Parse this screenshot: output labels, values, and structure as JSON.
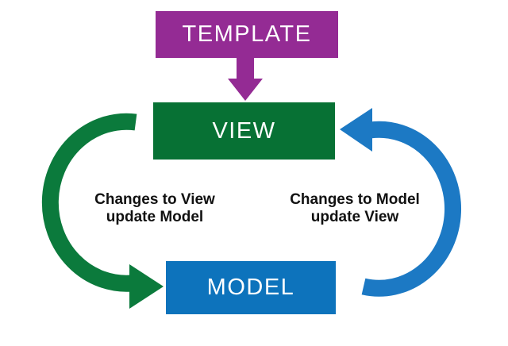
{
  "canvas": {
    "background": "#ffffff"
  },
  "boxes": {
    "template": {
      "label": "TEMPLATE",
      "fill": "#942B94",
      "text_color": "#ffffff"
    },
    "view": {
      "label": "VIEW",
      "fill": "#077134",
      "text_color": "#ffffff"
    },
    "model": {
      "label": "MODEL",
      "fill": "#0D73BC",
      "text_color": "#ffffff"
    }
  },
  "arrows": {
    "template_to_view": {
      "color": "#942B94",
      "direction": "down"
    },
    "view_to_model": {
      "color": "#0B7A3C",
      "label_lines": [
        "Changes to View",
        "update Model"
      ]
    },
    "model_to_view": {
      "color": "#1C79C4",
      "label_lines": [
        "Changes to Model",
        "update View"
      ]
    }
  }
}
